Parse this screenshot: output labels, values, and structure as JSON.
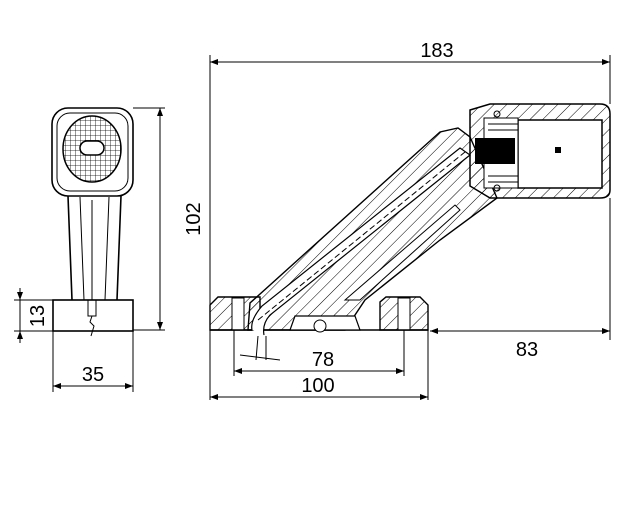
{
  "dimensions": {
    "overall_length": "183",
    "height": "102",
    "base_height": "13",
    "base_width": "35",
    "overhang": "83",
    "hole_spacing": "78",
    "base_length": "100"
  },
  "colors": {
    "line": "#000000",
    "background": "#ffffff"
  }
}
